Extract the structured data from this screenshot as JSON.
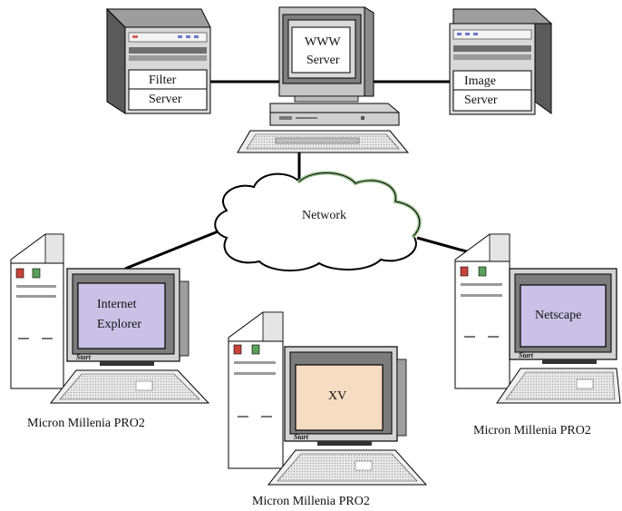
{
  "www_server": {
    "line1": "WWW",
    "line2": "Server"
  },
  "filter_server": {
    "line1": "Filter",
    "line2": "Server"
  },
  "image_server": {
    "line1": "Image",
    "line2": "Server"
  },
  "network": {
    "label": "Network"
  },
  "client_left": {
    "screen_line1": "Internet",
    "screen_line2": "Explorer",
    "caption": "Micron Millenia PRO2",
    "start_label": "Start"
  },
  "client_center": {
    "screen_line1": "XV",
    "caption": "Micron Millenia PRO2",
    "start_label": "Start"
  },
  "client_right": {
    "screen_line1": "Netscape",
    "caption": "Micron Millenia PRO2",
    "start_label": "Start"
  },
  "colors": {
    "screen_lavender": "#c9c2e6",
    "screen_peach": "#f6dcc2",
    "cable_green": "#9ac18e"
  }
}
